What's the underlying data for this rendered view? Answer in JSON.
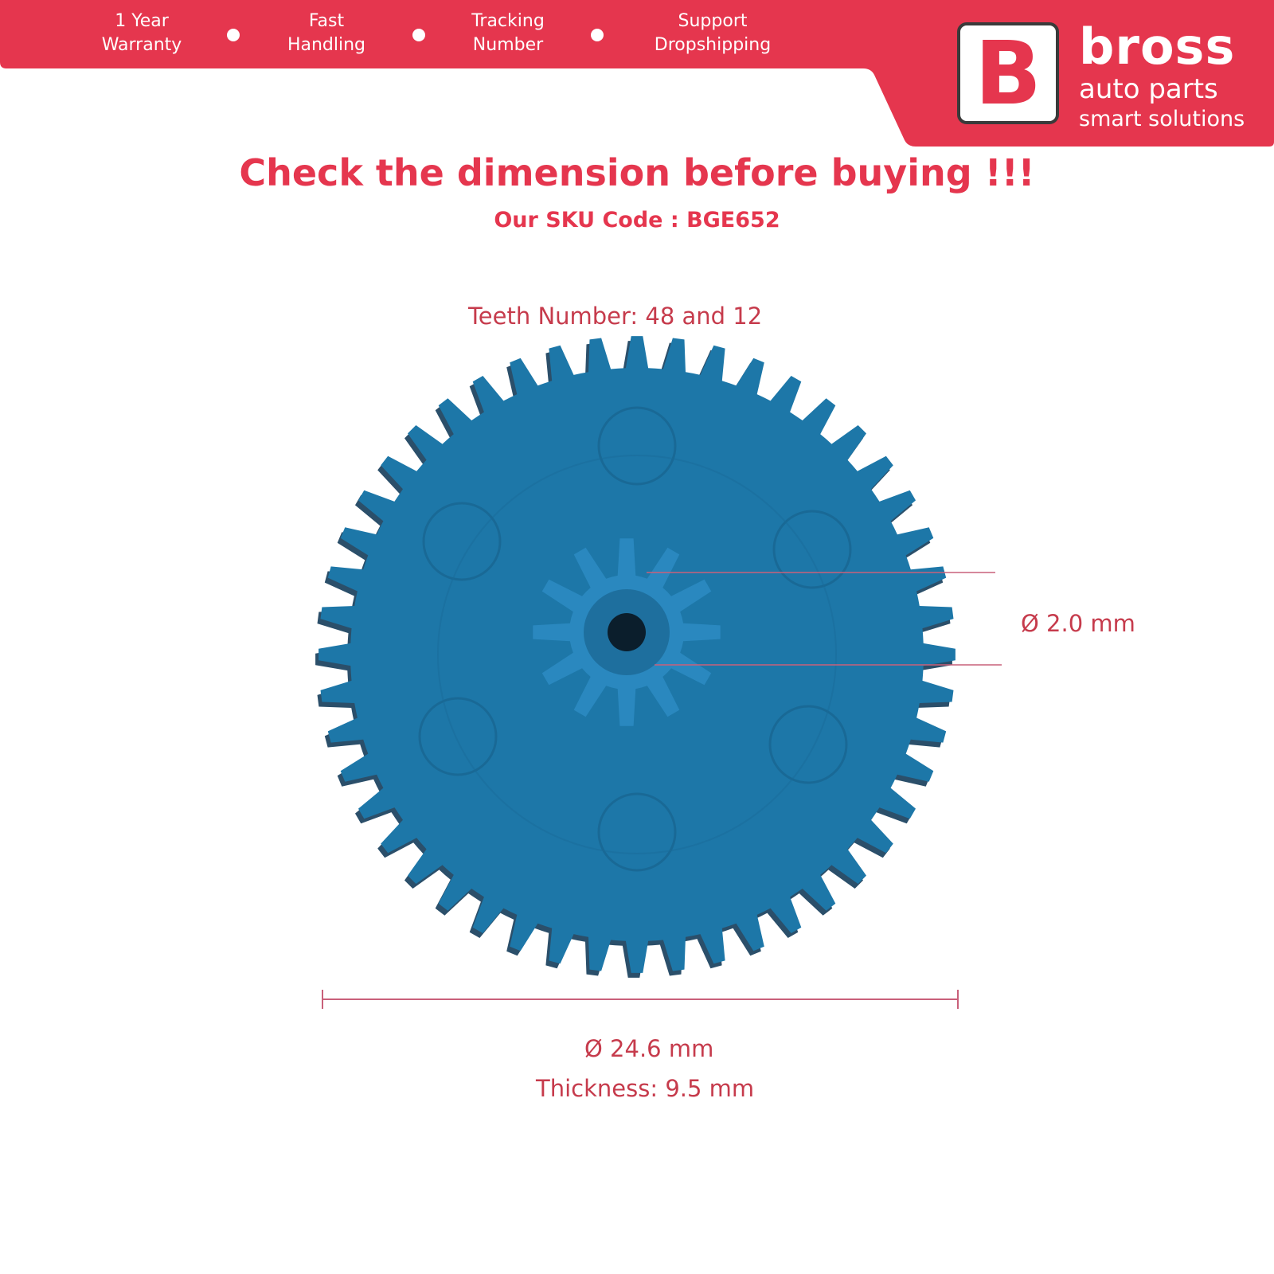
{
  "benefits": [
    {
      "label": "1 Year\nWarranty"
    },
    {
      "label": "Fast\nHandling"
    },
    {
      "label": "Tracking\nNumber"
    },
    {
      "label": "Support\nDropshipping"
    }
  ],
  "logo": {
    "letter": "B",
    "name": "bross",
    "line1": "auto parts",
    "line2": "smart solutions"
  },
  "headline": "Check the dimension before buying !!!",
  "sku_line": "Our SKU Code : BGE652",
  "specs": {
    "teeth": "Teeth Number: 48 and 12",
    "inner_diameter": "Ø 2.0 mm",
    "outer_diameter": "Ø 24.6 mm",
    "thickness": "Thickness: 9.5 mm"
  },
  "gear": {
    "large_teeth": 48,
    "small_teeth": 12,
    "color": "#1d77a8"
  },
  "colors": {
    "brand_red": "#e5364e",
    "label_red": "#c63b4c"
  }
}
